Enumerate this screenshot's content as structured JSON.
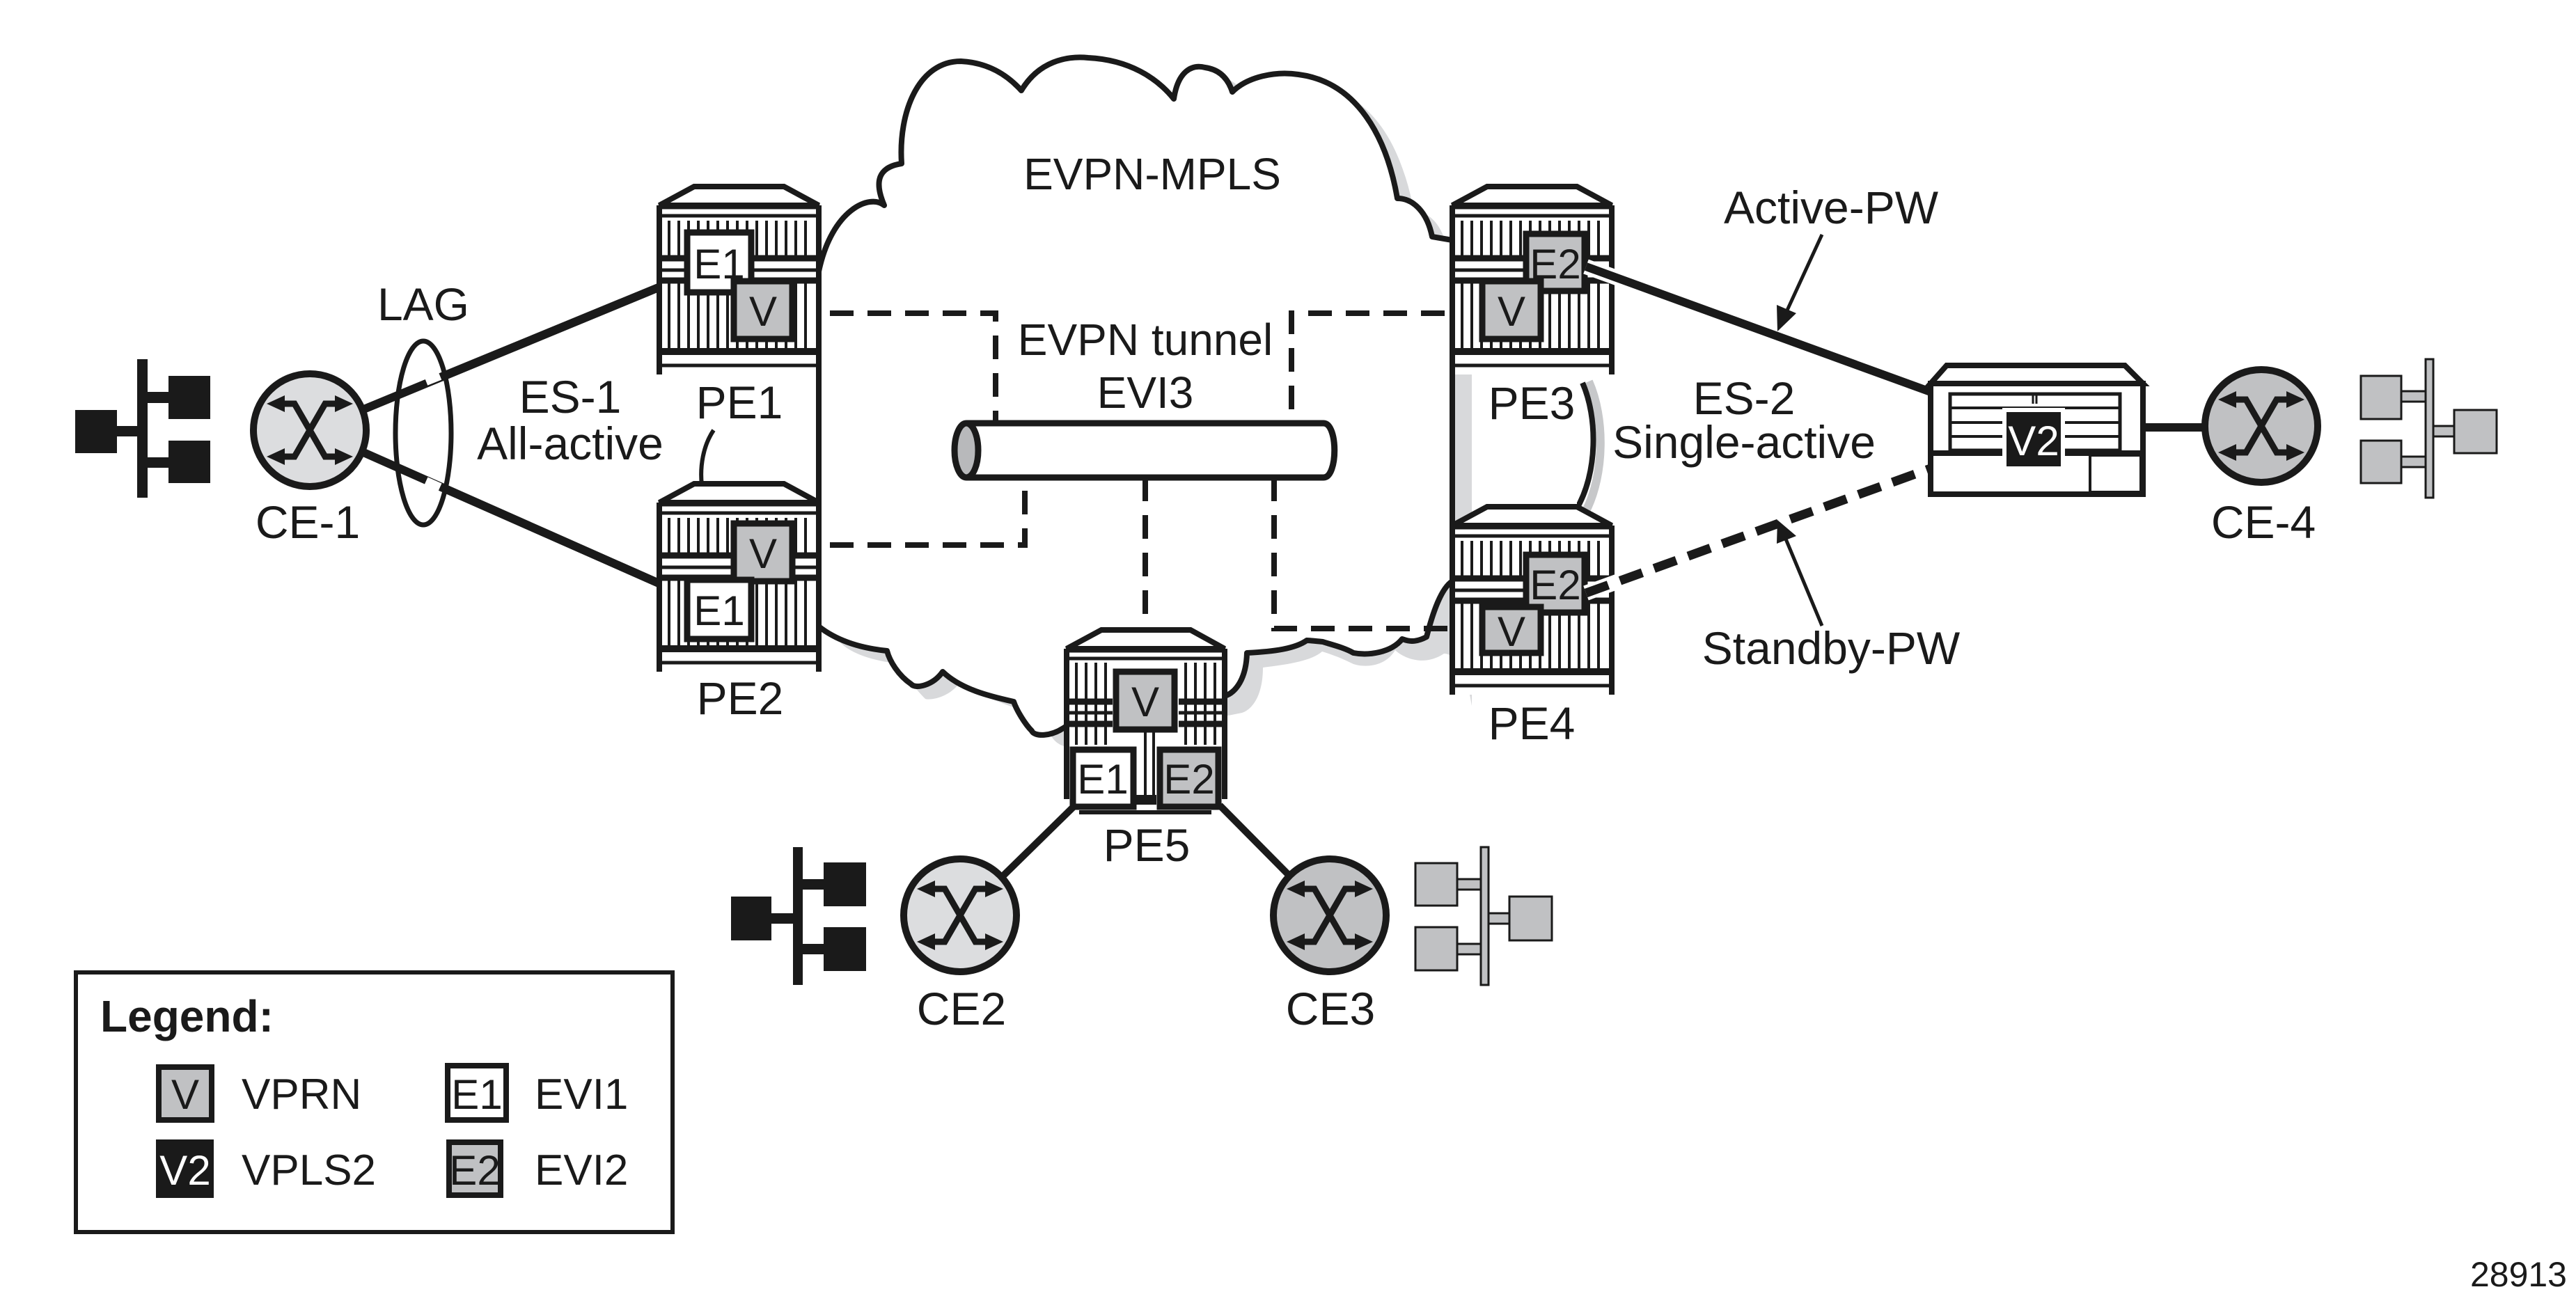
{
  "figure_id": "28913",
  "colors": {
    "ink": "#1a1a1a",
    "vprn_fill": "#c0c1c3",
    "evi2_fill": "#c0c1c3",
    "vpls2_fill": "#1a1a1a",
    "evi1_fill": "#ffffff",
    "ce_light_fill": "#dcdddf",
    "ce_dark_fill": "#c0c1c3",
    "cloud_shadow": "#c7c8ca"
  },
  "cloud": {
    "label": "EVPN-MPLS"
  },
  "tunnel": {
    "label_line1": "EVPN tunnel",
    "label_line2": "EVI3"
  },
  "lag": {
    "label": "LAG"
  },
  "es1": {
    "line1": "ES-1",
    "line2": "All-active"
  },
  "es2": {
    "line1": "ES-2",
    "line2": "Single-active"
  },
  "pseudowires": {
    "active": "Active-PW",
    "standby": "Standby-PW"
  },
  "nodes": {
    "pe1": {
      "label": "PE1",
      "services": [
        "E1",
        "V"
      ]
    },
    "pe2": {
      "label": "PE2",
      "services": [
        "V",
        "E1"
      ]
    },
    "pe3": {
      "label": "PE3",
      "services": [
        "E2",
        "V"
      ]
    },
    "pe4": {
      "label": "PE4",
      "services": [
        "E2",
        "V"
      ]
    },
    "pe5": {
      "label": "PE5",
      "services": [
        "V",
        "E1",
        "E2"
      ]
    },
    "ce1": {
      "label": "CE-1"
    },
    "ce2": {
      "label": "CE2"
    },
    "ce3": {
      "label": "CE3"
    },
    "ce4": {
      "label": "CE-4"
    },
    "switch": {
      "service": "V2"
    }
  },
  "legend": {
    "title": "Legend:",
    "items": [
      {
        "badge": "V",
        "label": "VPRN",
        "style": "gray"
      },
      {
        "badge": "E1",
        "label": "EVI1",
        "style": "white"
      },
      {
        "badge": "V2",
        "label": "VPLS2",
        "style": "black"
      },
      {
        "badge": "E2",
        "label": "EVI2",
        "style": "gray"
      }
    ]
  }
}
